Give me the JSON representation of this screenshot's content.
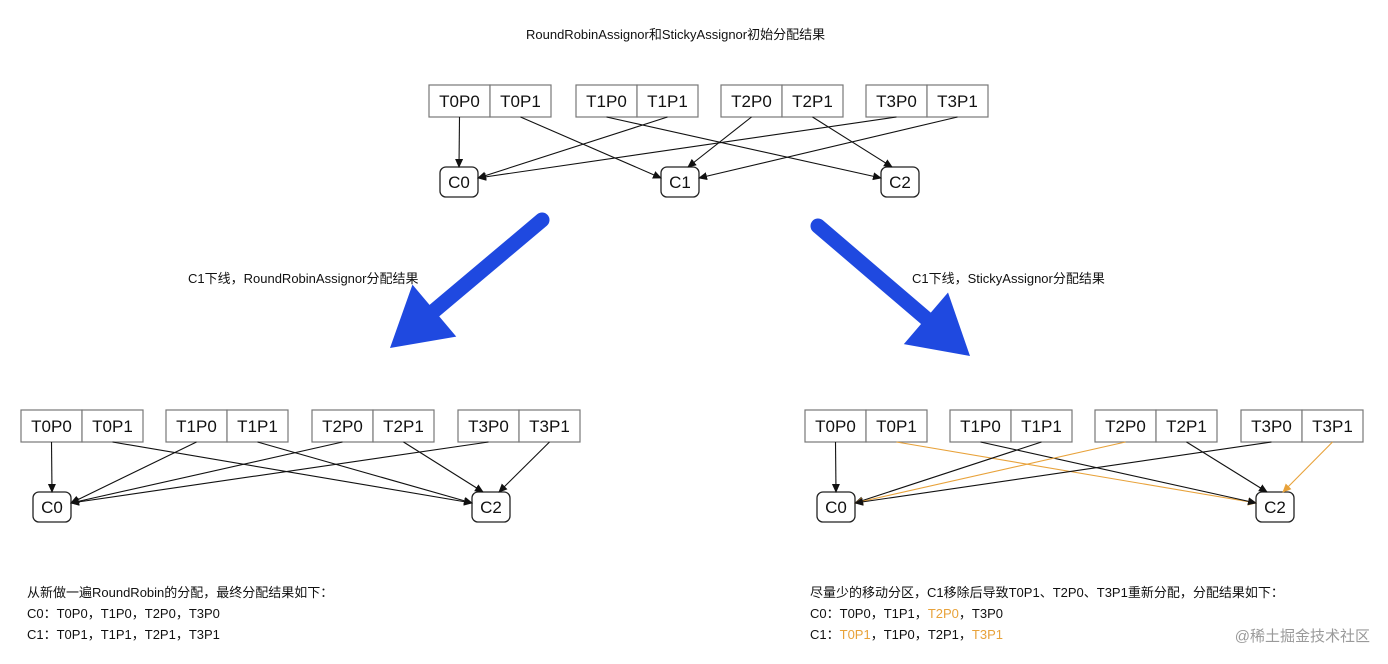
{
  "title": "RoundRobinAssignor和StickyAssignor初始分配结果",
  "left_caption": "C1下线，RoundRobinAssignor分配结果",
  "right_caption": "C1下线，StickyAssignor分配结果",
  "colors": {
    "arrow": "#1f49e0",
    "edge": "#111111",
    "changed_edge": "#e8a23a",
    "box_border": "#777777",
    "watermark": "#9a9a9a"
  },
  "partitions": [
    "T0P0",
    "T0P1",
    "T1P0",
    "T1P1",
    "T2P0",
    "T2P1",
    "T3P0",
    "T3P1"
  ],
  "top_consumers": [
    "C0",
    "C1",
    "C2"
  ],
  "bottom_consumers": [
    "C0",
    "C2"
  ],
  "initial_assignment": {
    "T0P0": "C0",
    "T0P1": "C1",
    "T1P0": "C2",
    "T1P1": "C0",
    "T2P0": "C1",
    "T2P1": "C2",
    "T3P0": "C0",
    "T3P1": "C1"
  },
  "roundrobin_assignment": {
    "T0P0": "C0",
    "T0P1": "C2",
    "T1P0": "C0",
    "T1P1": "C2",
    "T2P0": "C0",
    "T2P1": "C2",
    "T3P0": "C0",
    "T3P1": "C2"
  },
  "sticky_assignment": {
    "T0P0": "C0",
    "T0P1": "C2",
    "T1P0": "C2",
    "T1P1": "C0",
    "T2P0": "C0",
    "T2P1": "C2",
    "T3P0": "C0",
    "T3P1": "C2"
  },
  "sticky_changed": [
    "T0P1",
    "T2P0",
    "T3P1"
  ],
  "left_notes": {
    "intro": "从新做一遍RoundRobin的分配，最终分配结果如下：",
    "c0_line": "C0：T0P0，T1P0，T2P0，T3P0",
    "c1_line": "C1：T0P1，T1P1，T2P1，T3P1"
  },
  "right_notes": {
    "intro": "尽量少的移动分区，C1移除后导致T0P1、T2P0、T3P1重新分配，分配结果如下：",
    "c0_prefix": "C0：",
    "c0_items": [
      "T0P0",
      "T1P1",
      "T2P0",
      "T3P0"
    ],
    "c1_prefix": "C1：",
    "c1_items": [
      "T0P1",
      "T1P0",
      "T2P1",
      "T3P1"
    ],
    "sep": "，"
  },
  "watermark": "@稀土掘金技术社区"
}
